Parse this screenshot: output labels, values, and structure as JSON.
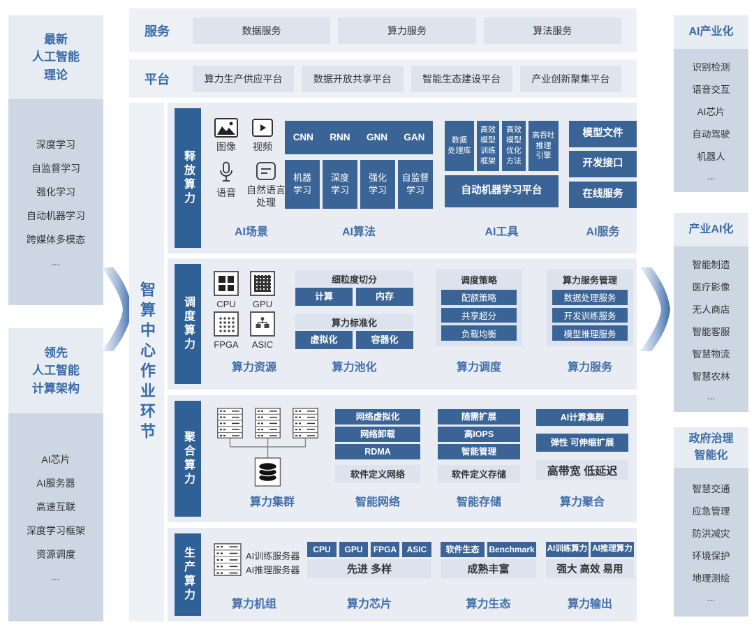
{
  "colors": {
    "dark_blue_box": "#3a6496",
    "section_bar_blue": "#2f6096",
    "accent_text_blue": "#3a6ba6",
    "caption_blue": "#3f6daa",
    "light_box": "#dce3ee",
    "panel_header_bg": "#e7ecf3",
    "panel_body_bg": "#cdd7e4",
    "section_bg": "#e9edf3"
  },
  "top_rows": {
    "service": {
      "label": "服务",
      "items": [
        "数据服务",
        "算力服务",
        "算法服务"
      ]
    },
    "platform": {
      "label": "平台",
      "items": [
        "算力生产供应平台",
        "数据开放共享平台",
        "智能生态建设平台",
        "产业创新聚集平台"
      ]
    }
  },
  "left_column": {
    "theory": {
      "title": "最新\n人工智能\n理论",
      "items": [
        "深度学习",
        "自监督学习",
        "强化学习",
        "自动机器学习",
        "跨媒体多模态",
        "..."
      ]
    },
    "architecture": {
      "title": "领先\n人工智能\n计算架构",
      "items": [
        "AI芯片",
        "AI服务器",
        "高速互联",
        "深度学习框架",
        "资源调度",
        "..."
      ]
    }
  },
  "center_strip": {
    "label": "智算中心作业环节"
  },
  "sections": {
    "release": {
      "label": "释放算力",
      "scenes": {
        "caption": "AI场景",
        "image": "图像",
        "video": "视频",
        "voice": "语音",
        "nlp": "自然语言\n处理"
      },
      "algorithms": {
        "caption": "AI算法",
        "models": [
          "CNN",
          "RNN",
          "GNN",
          "GAN"
        ],
        "boxes": [
          "机器\n学习",
          "深度\n学习",
          "强化\n学习",
          "自监督\n学习"
        ]
      },
      "tools": {
        "caption": "AI工具",
        "boxes": [
          "数据\n处理库",
          "高效\n模型\n训练\n框架",
          "高效\n模型\n优化\n方法",
          "高吞吐\n推理\n引擎"
        ],
        "platform": "自动机器学习平台"
      },
      "services": {
        "caption": "AI服务",
        "boxes": [
          "模型文件",
          "开发接口",
          "在线服务"
        ]
      }
    },
    "schedule": {
      "label": "调度算力",
      "resources": {
        "caption": "算力资源",
        "chips": [
          "CPU",
          "GPU",
          "FPGA",
          "ASIC"
        ]
      },
      "pooling": {
        "caption": "算力池化",
        "block1": {
          "header": "细粒度切分",
          "boxes": [
            "计算",
            "内存"
          ]
        },
        "block2": {
          "header": "算力标准化",
          "boxes": [
            "虚拟化",
            "容器化"
          ]
        }
      },
      "scheduling": {
        "caption": "算力调度",
        "header": "调度策略",
        "boxes": [
          "配额策略",
          "共享超分",
          "负载均衡"
        ]
      },
      "service": {
        "caption": "算力服务",
        "header": "算力服务管理",
        "boxes": [
          "数据处理服务",
          "开发训练服务",
          "模型推理服务"
        ]
      }
    },
    "aggregate": {
      "label": "聚合算力",
      "cluster": {
        "caption": "算力集群"
      },
      "network": {
        "caption": "智能网络",
        "boxes": [
          "网络虚拟化",
          "网络卸载",
          "RDMA"
        ],
        "light": "软件定义网络"
      },
      "storage": {
        "caption": "智能存储",
        "boxes": [
          "随需扩展",
          "高IOPS",
          "智能管理"
        ],
        "light": "软件定义存储"
      },
      "aggregation": {
        "caption": "算力聚合",
        "boxes": [
          "AI计算集群",
          "弹性 可伸缩扩展"
        ],
        "light": "高带宽 低延迟"
      }
    },
    "produce": {
      "label": "生产算力",
      "units": {
        "caption": "算力机组",
        "lines": [
          "AI训练服务器",
          "AI推理服务器"
        ]
      },
      "chips": {
        "caption": "算力芯片",
        "boxes": [
          "CPU",
          "GPU",
          "FPGA",
          "ASIC"
        ],
        "light": "先进 多样"
      },
      "ecosystem": {
        "caption": "算力生态",
        "boxes": [
          "软件生态",
          "Benchmark"
        ],
        "light": "成熟丰富"
      },
      "output": {
        "caption": "算力输出",
        "boxes": [
          "AI训练算力",
          "AI推理算力"
        ],
        "light": "强大 高效 易用"
      }
    }
  },
  "right_column": {
    "ai_industrialization": {
      "title": "AI产业化",
      "items": [
        "识别检测",
        "语音交互",
        "AI芯片",
        "自动驾驶",
        "机器人",
        "..."
      ]
    },
    "industry_ai": {
      "title": "产业AI化",
      "items": [
        "智能制造",
        "医疗影像",
        "无人商店",
        "智能客服",
        "智慧物流",
        "智慧农林",
        "..."
      ]
    },
    "gov_intelligence": {
      "title": "政府治理\n智能化",
      "items": [
        "智慧交通",
        "应急管理",
        "防洪减灾",
        "环境保护",
        "地理测绘",
        "..."
      ]
    }
  }
}
